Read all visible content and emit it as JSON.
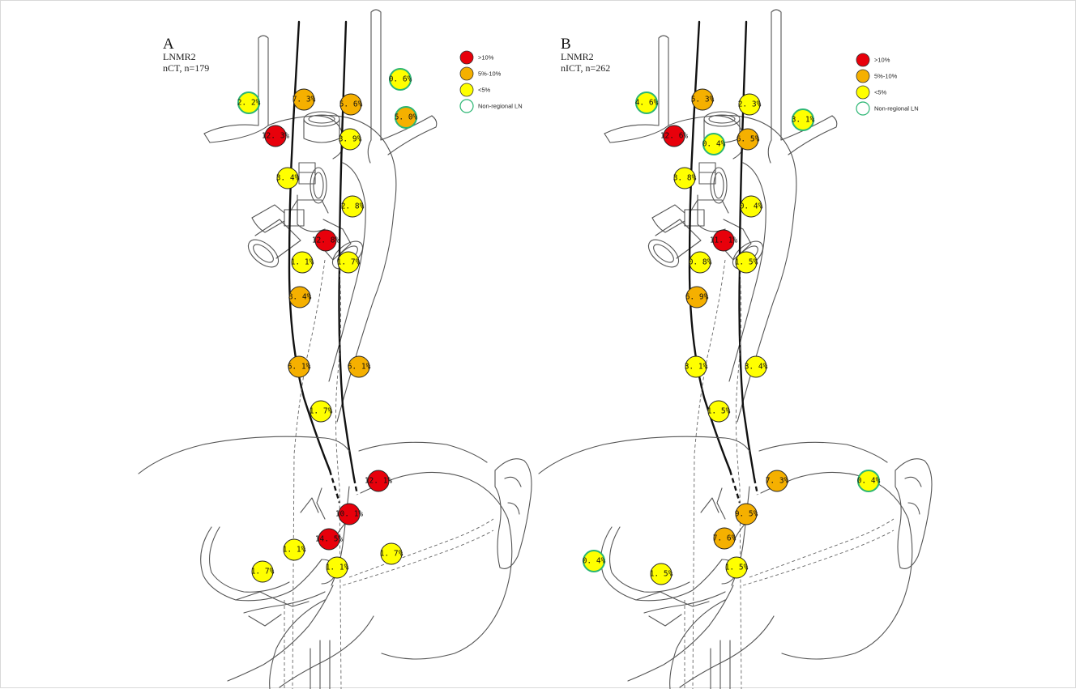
{
  "colors": {
    "high": "#e8000b",
    "mid": "#f5b000",
    "low": "#ffff00",
    "nonregional_ring": "#2bb673"
  },
  "legend": {
    "items": [
      {
        "key": "high",
        "label": ">10%"
      },
      {
        "key": "mid",
        "label": "5%-10%"
      },
      {
        "key": "low",
        "label": "<5%"
      },
      {
        "key": "nonregional",
        "label": "Non-regional LN"
      }
    ]
  },
  "panels": [
    {
      "id": "A",
      "letter": "A",
      "line1": "LNMR2",
      "line2": "nCT, n=179",
      "nodes": [
        {
          "station": "upper-left-neck",
          "label": "2. 2%",
          "level": "low",
          "nonregional": true
        },
        {
          "station": "right-recurrent-upper",
          "label": "7. 3%",
          "level": "mid",
          "nonregional": false
        },
        {
          "station": "left-recurrent-upper",
          "label": "5. 6%",
          "level": "mid",
          "nonregional": false
        },
        {
          "station": "left-neck-top",
          "label": "0. 6%",
          "level": "low",
          "nonregional": true
        },
        {
          "station": "left-neck-mid",
          "label": "5. 0%",
          "level": "mid",
          "nonregional": true
        },
        {
          "station": "right-supraclavicular",
          "label": "12. 3%",
          "level": "high",
          "nonregional": false
        },
        {
          "station": "left-recurrent-lower",
          "label": "3. 9%",
          "level": "low",
          "nonregional": false
        },
        {
          "station": "right-paratracheal",
          "label": "3. 4%",
          "level": "low",
          "nonregional": false
        },
        {
          "station": "left-paratracheal",
          "label": "2. 8%",
          "level": "low",
          "nonregional": false
        },
        {
          "station": "subcarinal",
          "label": "12. 8%",
          "level": "high",
          "nonregional": false
        },
        {
          "station": "right-bronchus",
          "label": "1. 1%",
          "level": "low",
          "nonregional": false
        },
        {
          "station": "left-bronchus",
          "label": "1. 7%",
          "level": "low",
          "nonregional": false
        },
        {
          "station": "upper-paraesophageal",
          "label": "8. 4%",
          "level": "mid",
          "nonregional": false
        },
        {
          "station": "middle-paraesophageal",
          "label": "6. 1%",
          "level": "mid",
          "nonregional": false
        },
        {
          "station": "left-paraesophageal",
          "label": "6. 1%",
          "level": "mid",
          "nonregional": false
        },
        {
          "station": "lower-paraesophageal",
          "label": "1. 7%",
          "level": "low",
          "nonregional": false
        },
        {
          "station": "cardia-right",
          "label": "12. 1%",
          "level": "high",
          "nonregional": false
        },
        {
          "station": "cardia",
          "label": "10. 1%",
          "level": "high",
          "nonregional": false
        },
        {
          "station": "left-gastric",
          "label": "14. 5%",
          "level": "high",
          "nonregional": false
        },
        {
          "station": "common-hepatic",
          "label": "1. 1%",
          "level": "low",
          "nonregional": false
        },
        {
          "station": "celiac",
          "label": "1. 1%",
          "level": "low",
          "nonregional": false
        },
        {
          "station": "splenic",
          "label": "1. 7%",
          "level": "low",
          "nonregional": false
        },
        {
          "station": "hepatic-hilum",
          "label": "1. 7%",
          "level": "low",
          "nonregional": false
        }
      ]
    },
    {
      "id": "B",
      "letter": "B",
      "line1": "LNMR2",
      "line2": "nICT, n=262",
      "nodes": [
        {
          "station": "upper-left-neck",
          "label": "4. 6%",
          "level": "low",
          "nonregional": true
        },
        {
          "station": "right-recurrent-upper",
          "label": "5. 3%",
          "level": "mid",
          "nonregional": false
        },
        {
          "station": "left-recurrent-upper",
          "label": "2. 3%",
          "level": "low",
          "nonregional": false
        },
        {
          "station": "left-neck-mid",
          "label": "3. 1%",
          "level": "low",
          "nonregional": true
        },
        {
          "station": "right-supraclavicular",
          "label": "12. 6%",
          "level": "high",
          "nonregional": false
        },
        {
          "station": "upper-mediastinal",
          "label": "0. 4%",
          "level": "low",
          "nonregional": true
        },
        {
          "station": "left-recurrent-lower",
          "label": "6. 5%",
          "level": "mid",
          "nonregional": false
        },
        {
          "station": "right-paratracheal",
          "label": "3. 8%",
          "level": "low",
          "nonregional": false
        },
        {
          "station": "left-paratracheal",
          "label": "0. 4%",
          "level": "low",
          "nonregional": false
        },
        {
          "station": "subcarinal",
          "label": "11. 1%",
          "level": "high",
          "nonregional": false
        },
        {
          "station": "right-bronchus",
          "label": "0. 8%",
          "level": "low",
          "nonregional": false
        },
        {
          "station": "left-bronchus",
          "label": "1. 5%",
          "level": "low",
          "nonregional": false
        },
        {
          "station": "upper-paraesophageal",
          "label": "6. 9%",
          "level": "mid",
          "nonregional": false
        },
        {
          "station": "middle-paraesophageal",
          "label": "3. 1%",
          "level": "low",
          "nonregional": false
        },
        {
          "station": "left-paraesophageal",
          "label": "3. 4%",
          "level": "low",
          "nonregional": false
        },
        {
          "station": "lower-paraesophageal",
          "label": "1. 5%",
          "level": "low",
          "nonregional": false
        },
        {
          "station": "cardia-right",
          "label": "7. 3%",
          "level": "mid",
          "nonregional": false
        },
        {
          "station": "splenic-hilum",
          "label": "0. 4%",
          "level": "low",
          "nonregional": true
        },
        {
          "station": "cardia",
          "label": "9. 5%",
          "level": "mid",
          "nonregional": false
        },
        {
          "station": "left-gastric",
          "label": "7. 6%",
          "level": "mid",
          "nonregional": false
        },
        {
          "station": "celiac",
          "label": "1. 5%",
          "level": "low",
          "nonregional": false
        },
        {
          "station": "hepatic-hilum",
          "label": "1. 5%",
          "level": "low",
          "nonregional": false
        },
        {
          "station": "liver-edge",
          "label": "0. 4%",
          "level": "low",
          "nonregional": true
        }
      ]
    }
  ]
}
